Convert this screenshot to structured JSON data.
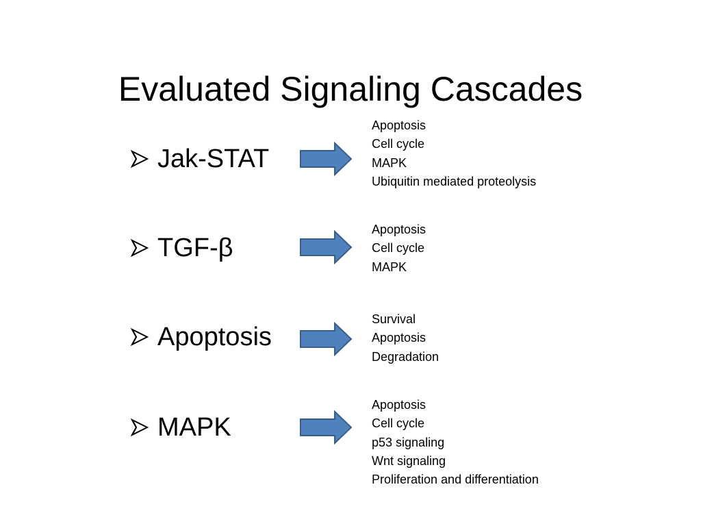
{
  "slide": {
    "title": "Evaluated Signaling Cascades"
  },
  "colors": {
    "arrow_fill": "#4F81BD",
    "arrow_stroke": "#385D8A",
    "text": "#000000",
    "background": "#FFFFFF"
  },
  "bullet_icon": "arrow-bullet-icon",
  "arrow_icon": "right-block-arrow-icon",
  "pathways": [
    {
      "label": "Jak-STAT",
      "outcomes": [
        "Apoptosis",
        "Cell cycle",
        "MAPK",
        "Ubiquitin mediated proteolysis"
      ]
    },
    {
      "label": "TGF-β",
      "outcomes": [
        "Apoptosis",
        "Cell cycle",
        "MAPK"
      ]
    },
    {
      "label": "Apoptosis",
      "outcomes": [
        "Survival",
        "Apoptosis",
        "Degradation"
      ]
    },
    {
      "label": "MAPK",
      "outcomes": [
        "Apoptosis",
        "Cell cycle",
        "p53 signaling",
        "Wnt signaling",
        "Proliferation and differentiation"
      ]
    }
  ]
}
